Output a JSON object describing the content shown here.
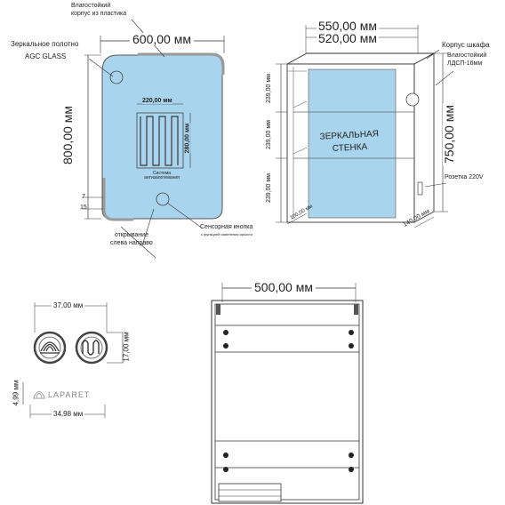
{
  "colors": {
    "mirror": "#a9d4ee",
    "dim_line": "#3a5a7a",
    "outline": "#333333",
    "frame": "#9a9a9a"
  },
  "mirror_front": {
    "callout_plastic_housing": "Влагостойкий\nкорпус из пластика",
    "callout_mirror_sheet": "Зеркальное полотно",
    "callout_glass": "AGC GLASS",
    "width": "600,00 мм",
    "height": "800,00 мм",
    "heater_width": "220,00 мм",
    "heater_height": "280,00 мм",
    "heater_label": "Система антизапотевания",
    "small_dim_7": "7",
    "small_dim_15": "15",
    "callout_opening": "открывание\nслева направо",
    "callout_sensor": "Сенсорная кнопка",
    "callout_sensor_sub": "с функцией изменения яркости"
  },
  "cabinet_3d": {
    "width_outer": "550,00 мм",
    "width_inner": "520,00 мм",
    "height": "750,00 мм",
    "shelf_1": "239,00 мм",
    "shelf_2": "239,00 мм",
    "shelf_3": "239,00 мм",
    "depth_inner": "100,00 мм",
    "depth_outer": "140,00 мм",
    "callout_body": "Корпус шкафа",
    "callout_material": "Влагостойкий\nЛДСП-16мм",
    "callout_socket": "Розетка 220V",
    "mirror_walls": "ЗЕРКАЛЬНАЯ\nСТЕНКА"
  },
  "buttons": {
    "width": "37,00 мм",
    "height": "17,00 мм",
    "small_height": "4,99 мм",
    "bottom_width": "34,98 мм",
    "logo_text": "LAPARET"
  },
  "cabinet_back": {
    "width": "500,00 мм"
  }
}
